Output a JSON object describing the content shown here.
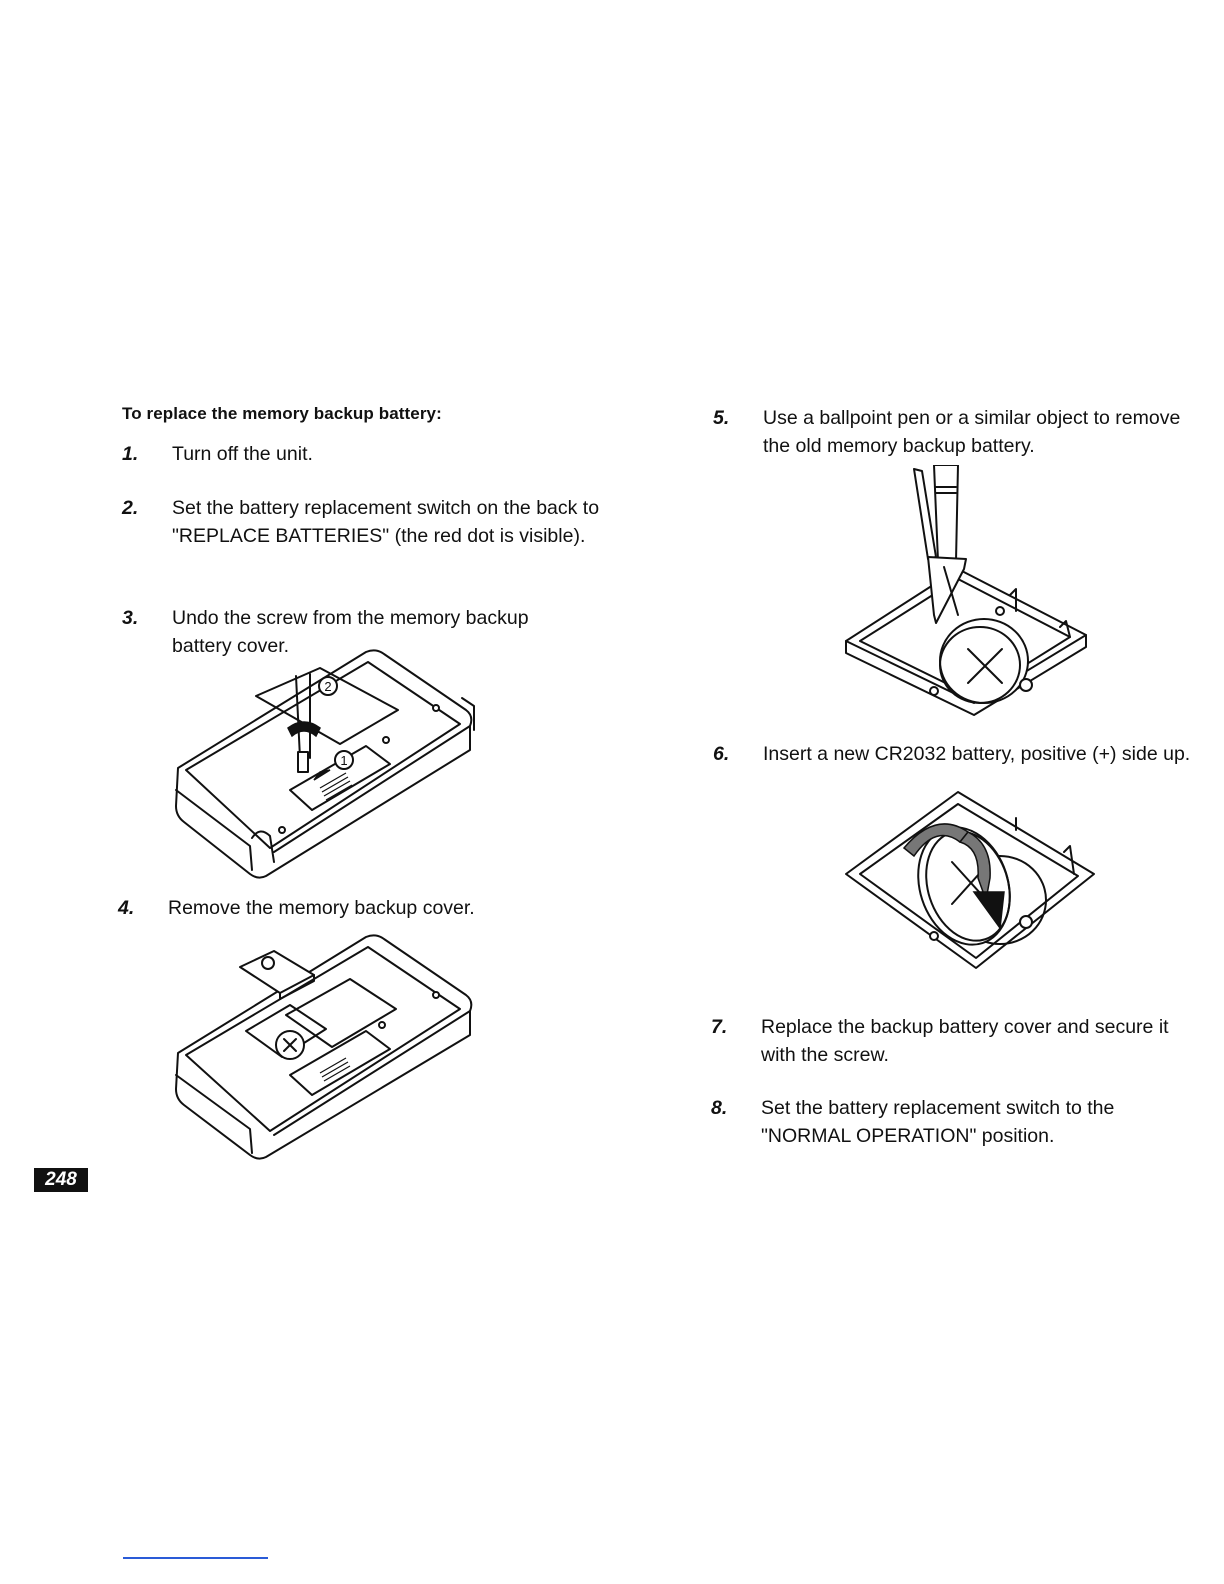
{
  "heading": "To replace the memory backup battery:",
  "steps": [
    {
      "num": "1.",
      "text": "Turn off the unit."
    },
    {
      "num": "2.",
      "text": "Set the battery replacement switch on the back to \"REPLACE BATTERIES\" (the red dot is visible)."
    },
    {
      "num": "3.",
      "text": "Undo the screw from the memory backup battery cover."
    },
    {
      "num": "4.",
      "text": "Remove the memory backup cover."
    },
    {
      "num": "5.",
      "text": "Use a ballpoint pen or a similar object to remove the old memory backup battery."
    },
    {
      "num": "6.",
      "text": "Insert a new CR2032 battery, positive (+) side up."
    },
    {
      "num": "7.",
      "text": "Replace the backup battery cover and secure it with the screw."
    },
    {
      "num": "8.",
      "text": "Set the battery replacement switch to the \"NORMAL OPERATION\" position."
    }
  ],
  "figures": {
    "fig3": {
      "callout_1": "①",
      "callout_2": "②"
    }
  },
  "page_number": "248",
  "icons": [
    "screwdriver-icon",
    "ballpoint-pen-icon",
    "coin-battery-icon",
    "rotation-arrow-icon"
  ]
}
